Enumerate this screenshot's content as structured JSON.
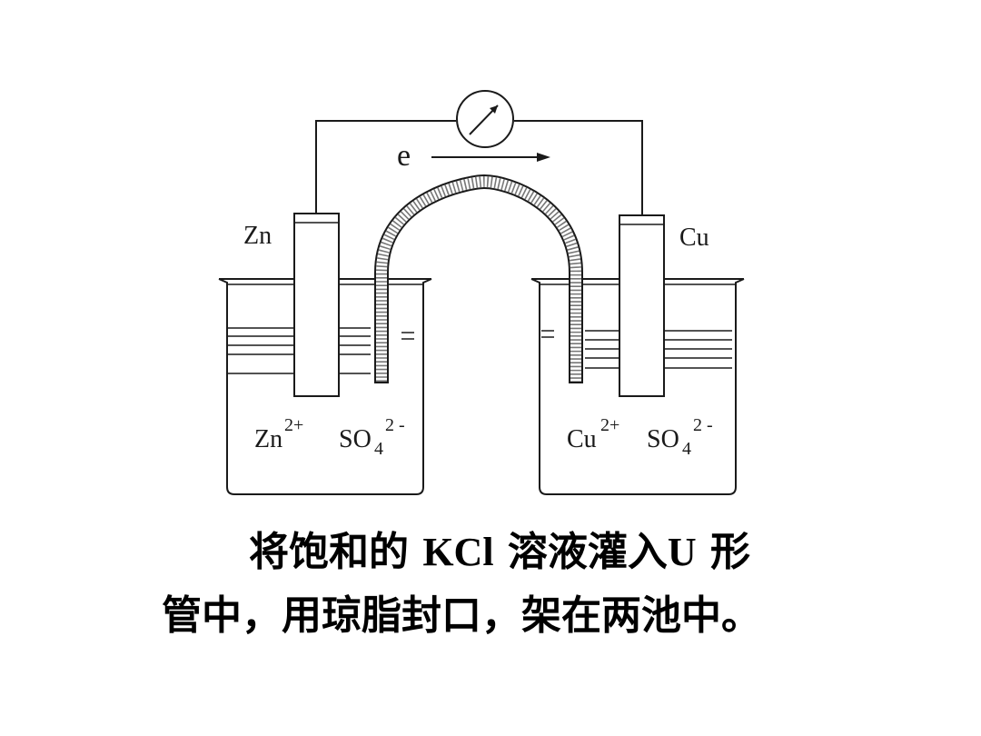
{
  "diagram": {
    "labels": {
      "electron": "e",
      "left_electrode": "Zn",
      "right_electrode": "Cu"
    },
    "left_solution": {
      "cation": "Zn",
      "cation_charge": "2+",
      "anion": "SO",
      "anion_sub": "4",
      "anion_charge": "2 -"
    },
    "right_solution": {
      "cation": "Cu",
      "cation_charge": "2+",
      "anion": "SO",
      "anion_sub": "4",
      "anion_charge": "2 -"
    }
  },
  "caption": {
    "line1_a": "将饱和的",
    "line1_b": "KCl",
    "line1_c": "溶液灌入",
    "line1_d": "U",
    "line1_e": "形",
    "line2": "管中，用琼脂封口，架在两池中。"
  },
  "colors": {
    "line": "#1a1a1a",
    "bridge": "#888888",
    "background": "#ffffff",
    "figure_background": "#ffffff"
  }
}
